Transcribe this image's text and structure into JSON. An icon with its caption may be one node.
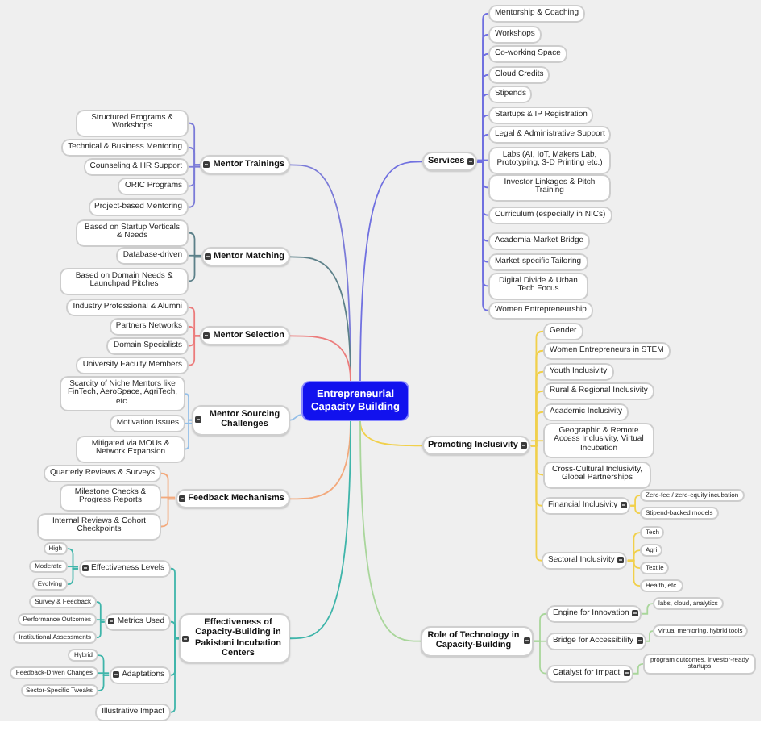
{
  "diagram": {
    "nodes": [
      {
        "text": [
          "Entrepreneurial Capacity Building"
        ]
      },
      {
        "text": [
          "Mentor Trainings"
        ]
      },
      {
        "text": [
          "Structured Programs & Workshops"
        ]
      },
      {
        "text": [
          "Technical & Business Mentoring"
        ]
      },
      {
        "text": [
          "Counseling & HR Support"
        ]
      },
      {
        "text": [
          "ORIC Programs"
        ]
      },
      {
        "text": [
          "Project-based Mentoring"
        ]
      },
      {
        "text": [
          "Mentor Matching"
        ]
      },
      {
        "text": [
          "Based on Startup Verticals & Needs"
        ]
      },
      {
        "text": [
          "Database-driven"
        ]
      },
      {
        "text": [
          "Based on Domain Needs & Launchpad Pitches"
        ]
      },
      {
        "text": [
          "Mentor Selection"
        ]
      },
      {
        "text": [
          "Industry Professional & Alumni"
        ]
      },
      {
        "text": [
          "Partners Networks"
        ]
      },
      {
        "text": [
          "Domain Specialists"
        ]
      },
      {
        "text": [
          "University Faculty Members"
        ]
      },
      {
        "text": [
          "Mentor Sourcing Challenges"
        ]
      },
      {
        "text": [
          "Scarcity of Niche Mentors like FinTech, AeroSpace, AgriTech, etc."
        ]
      },
      {
        "text": [
          "Motivation Issues"
        ]
      },
      {
        "text": [
          "Mitigated via MOUs & Network Expansion"
        ]
      },
      {
        "text": [
          "Feedback Mechanisms"
        ]
      },
      {
        "text": [
          "Quarterly Reviews & Surveys"
        ]
      },
      {
        "text": [
          "Milestone Checks & Progress Reports"
        ]
      },
      {
        "text": [
          "Internal Reviews & Cohort Checkpoints"
        ]
      },
      {
        "text": [
          "Effectiveness of Capacity-Building in Pakistani Incubation Centers"
        ]
      },
      {
        "text": [
          "Effectiveness Levels"
        ]
      },
      {
        "text": [
          "High"
        ]
      },
      {
        "text": [
          "Moderate"
        ]
      },
      {
        "text": [
          "Evolving"
        ]
      },
      {
        "text": [
          "Metrics Used"
        ]
      },
      {
        "text": [
          "Survey & Feedback"
        ]
      },
      {
        "text": [
          "Performance Outcomes"
        ]
      },
      {
        "text": [
          "Institutional Assessments"
        ]
      },
      {
        "text": [
          "Adaptations"
        ]
      },
      {
        "text": [
          "Hybrid"
        ]
      },
      {
        "text": [
          "Feedback-Driven Changes"
        ]
      },
      {
        "text": [
          "Sector-Specific Tweaks"
        ]
      },
      {
        "text": [
          "Illustrative Impact"
        ]
      },
      {
        "text": [
          "Services"
        ]
      },
      {
        "text": [
          "Mentorship & Coaching"
        ]
      },
      {
        "text": [
          "Workshops"
        ]
      },
      {
        "text": [
          "Co-working Space"
        ]
      },
      {
        "text": [
          "Cloud Credits"
        ]
      },
      {
        "text": [
          "Stipends"
        ]
      },
      {
        "text": [
          "Startups & IP Registration"
        ]
      },
      {
        "text": [
          "Legal & Administrative Support"
        ]
      },
      {
        "text": [
          "Labs (AI, IoT, Makers Lab, Prototyping, 3-D Printing etc.)"
        ]
      },
      {
        "text": [
          "Investor Linkages & Pitch Training"
        ]
      },
      {
        "text": [
          "Curriculum (especially in NICs)"
        ]
      },
      {
        "text": [
          "Academia-Market Bridge"
        ]
      },
      {
        "text": [
          "Market-specific Tailoring"
        ]
      },
      {
        "text": [
          "Digital Divide & Urban Tech Focus"
        ]
      },
      {
        "text": [
          "Women Entrepreneurship"
        ]
      },
      {
        "text": [
          "Promoting Inclusivity"
        ]
      },
      {
        "text": [
          "Gender"
        ]
      },
      {
        "text": [
          "Women Entrepreneurs in STEM"
        ]
      },
      {
        "text": [
          "Youth Inclusivity"
        ]
      },
      {
        "text": [
          "Rural & Regional Inclusivity"
        ]
      },
      {
        "text": [
          "Academic Inclusivity"
        ]
      },
      {
        "text": [
          "Geographic & Remote Access Inclusivity, Virtual Incubation"
        ]
      },
      {
        "text": [
          "Cross-Cultural Inclusivity, Global Partnerships"
        ]
      },
      {
        "text": [
          "Financial Inclusivity"
        ]
      },
      {
        "text": [
          "Zero-fee / zero-equity incubation"
        ]
      },
      {
        "text": [
          "Stipend-backed models"
        ]
      },
      {
        "text": [
          "Sectoral Inclusivity"
        ]
      },
      {
        "text": [
          "Tech"
        ]
      },
      {
        "text": [
          "Agri"
        ]
      },
      {
        "text": [
          "Textile"
        ]
      },
      {
        "text": [
          "Health, etc."
        ]
      },
      {
        "text": [
          "Role of Technology in Capacity-Building"
        ]
      },
      {
        "text": [
          "Engine for Innovation"
        ]
      },
      {
        "text": [
          "labs, cloud, analytics"
        ]
      },
      {
        "text": [
          "Bridge for Accessibility"
        ]
      },
      {
        "text": [
          "virtual mentoring, hybrid tools"
        ]
      },
      {
        "text": [
          "Catalyst for Impact"
        ]
      },
      {
        "text": [
          "program outcomes, investor-ready startups"
        ]
      }
    ],
    "edges": [
      {
        "from": 0,
        "to": 1,
        "arrow": "none",
        "color": "#7b7bd8"
      },
      {
        "from": 1,
        "to": 2,
        "arrow": "none",
        "color": "#7b7bd8"
      },
      {
        "from": 1,
        "to": 3,
        "arrow": "none",
        "color": "#7b7bd8"
      },
      {
        "from": 1,
        "to": 4,
        "arrow": "none",
        "color": "#7b7bd8"
      },
      {
        "from": 1,
        "to": 5,
        "arrow": "none",
        "color": "#7b7bd8"
      },
      {
        "from": 1,
        "to": 6,
        "arrow": "none",
        "color": "#7b7bd8"
      },
      {
        "from": 0,
        "to": 7,
        "arrow": "none",
        "color": "#5c8089"
      },
      {
        "from": 7,
        "to": 8,
        "arrow": "none",
        "color": "#5c8089"
      },
      {
        "from": 7,
        "to": 9,
        "arrow": "none",
        "color": "#5c8089"
      },
      {
        "from": 7,
        "to": 10,
        "arrow": "none",
        "color": "#5c8089"
      },
      {
        "from": 0,
        "to": 11,
        "arrow": "none",
        "color": "#ec7b7b"
      },
      {
        "from": 11,
        "to": 12,
        "arrow": "none",
        "color": "#ec7b7b"
      },
      {
        "from": 11,
        "to": 13,
        "arrow": "none",
        "color": "#ec7b7b"
      },
      {
        "from": 11,
        "to": 14,
        "arrow": "none",
        "color": "#ec7b7b"
      },
      {
        "from": 11,
        "to": 15,
        "arrow": "none",
        "color": "#ec7b7b"
      },
      {
        "from": 0,
        "to": 16,
        "arrow": "none",
        "color": "#94bfe8"
      },
      {
        "from": 16,
        "to": 17,
        "arrow": "none",
        "color": "#94bfe8"
      },
      {
        "from": 16,
        "to": 18,
        "arrow": "none",
        "color": "#94bfe8"
      },
      {
        "from": 16,
        "to": 19,
        "arrow": "none",
        "color": "#94bfe8"
      },
      {
        "from": 0,
        "to": 20,
        "arrow": "none",
        "color": "#f3a97c"
      },
      {
        "from": 20,
        "to": 21,
        "arrow": "none",
        "color": "#f3a97c"
      },
      {
        "from": 20,
        "to": 22,
        "arrow": "none",
        "color": "#f3a97c"
      },
      {
        "from": 20,
        "to": 23,
        "arrow": "none",
        "color": "#f3a97c"
      },
      {
        "from": 0,
        "to": 24,
        "arrow": "none",
        "color": "#3fb5aa"
      },
      {
        "from": 24,
        "to": 25,
        "arrow": "none",
        "color": "#3fb5aa"
      },
      {
        "from": 25,
        "to": 26,
        "arrow": "none",
        "color": "#3fb5aa"
      },
      {
        "from": 25,
        "to": 27,
        "arrow": "none",
        "color": "#3fb5aa"
      },
      {
        "from": 25,
        "to": 28,
        "arrow": "none",
        "color": "#3fb5aa"
      },
      {
        "from": 24,
        "to": 29,
        "arrow": "none",
        "color": "#3fb5aa"
      },
      {
        "from": 29,
        "to": 30,
        "arrow": "none",
        "color": "#3fb5aa"
      },
      {
        "from": 29,
        "to": 31,
        "arrow": "none",
        "color": "#3fb5aa"
      },
      {
        "from": 29,
        "to": 32,
        "arrow": "none",
        "color": "#3fb5aa"
      },
      {
        "from": 24,
        "to": 33,
        "arrow": "none",
        "color": "#3fb5aa"
      },
      {
        "from": 33,
        "to": 34,
        "arrow": "none",
        "color": "#3fb5aa"
      },
      {
        "from": 33,
        "to": 35,
        "arrow": "none",
        "color": "#3fb5aa"
      },
      {
        "from": 33,
        "to": 36,
        "arrow": "none",
        "color": "#3fb5aa"
      },
      {
        "from": 24,
        "to": 37,
        "arrow": "none",
        "color": "#3fb5aa"
      },
      {
        "from": 0,
        "to": 38,
        "arrow": "none",
        "color": "#7070e0"
      },
      {
        "from": 38,
        "to": 39,
        "arrow": "none",
        "color": "#7070e0"
      },
      {
        "from": 38,
        "to": 40,
        "arrow": "none",
        "color": "#7070e0"
      },
      {
        "from": 38,
        "to": 41,
        "arrow": "none",
        "color": "#7070e0"
      },
      {
        "from": 38,
        "to": 42,
        "arrow": "none",
        "color": "#7070e0"
      },
      {
        "from": 38,
        "to": 43,
        "arrow": "none",
        "color": "#7070e0"
      },
      {
        "from": 38,
        "to": 44,
        "arrow": "none",
        "color": "#7070e0"
      },
      {
        "from": 38,
        "to": 45,
        "arrow": "none",
        "color": "#7070e0"
      },
      {
        "from": 38,
        "to": 46,
        "arrow": "none",
        "color": "#7070e0"
      },
      {
        "from": 38,
        "to": 47,
        "arrow": "none",
        "color": "#7070e0"
      },
      {
        "from": 38,
        "to": 48,
        "arrow": "none",
        "color": "#7070e0"
      },
      {
        "from": 38,
        "to": 49,
        "arrow": "none",
        "color": "#7070e0"
      },
      {
        "from": 38,
        "to": 50,
        "arrow": "none",
        "color": "#7070e0"
      },
      {
        "from": 38,
        "to": 51,
        "arrow": "none",
        "color": "#7070e0"
      },
      {
        "from": 38,
        "to": 52,
        "arrow": "none",
        "color": "#7070e0"
      },
      {
        "from": 0,
        "to": 53,
        "arrow": "none",
        "color": "#f1d04b"
      },
      {
        "from": 53,
        "to": 54,
        "arrow": "none",
        "color": "#f1d04b"
      },
      {
        "from": 53,
        "to": 55,
        "arrow": "none",
        "color": "#f1d04b"
      },
      {
        "from": 53,
        "to": 56,
        "arrow": "none",
        "color": "#f1d04b"
      },
      {
        "from": 53,
        "to": 57,
        "arrow": "none",
        "color": "#f1d04b"
      },
      {
        "from": 53,
        "to": 58,
        "arrow": "none",
        "color": "#f1d04b"
      },
      {
        "from": 53,
        "to": 59,
        "arrow": "none",
        "color": "#f1d04b"
      },
      {
        "from": 53,
        "to": 60,
        "arrow": "none",
        "color": "#f1d04b"
      },
      {
        "from": 53,
        "to": 61,
        "arrow": "none",
        "color": "#f1d04b"
      },
      {
        "from": 61,
        "to": 62,
        "arrow": "none",
        "color": "#f1d04b"
      },
      {
        "from": 61,
        "to": 63,
        "arrow": "none",
        "color": "#f1d04b"
      },
      {
        "from": 53,
        "to": 64,
        "arrow": "none",
        "color": "#f1d04b"
      },
      {
        "from": 64,
        "to": 65,
        "arrow": "none",
        "color": "#f1d04b"
      },
      {
        "from": 64,
        "to": 66,
        "arrow": "none",
        "color": "#f1d04b"
      },
      {
        "from": 64,
        "to": 67,
        "arrow": "none",
        "color": "#f1d04b"
      },
      {
        "from": 64,
        "to": 68,
        "arrow": "none",
        "color": "#f1d04b"
      },
      {
        "from": 0,
        "to": 69,
        "arrow": "none",
        "color": "#a9d69b"
      },
      {
        "from": 69,
        "to": 70,
        "arrow": "none",
        "color": "#a9d69b"
      },
      {
        "from": 70,
        "to": 71,
        "arrow": "none",
        "color": "#a9d69b"
      },
      {
        "from": 69,
        "to": 72,
        "arrow": "none",
        "color": "#a9d69b"
      },
      {
        "from": 72,
        "to": 73,
        "arrow": "none",
        "color": "#a9d69b"
      },
      {
        "from": 69,
        "to": 74,
        "arrow": "none",
        "color": "#a9d69b"
      },
      {
        "from": 74,
        "to": 75,
        "arrow": "none",
        "color": "#a9d69b"
      }
    ]
  }
}
